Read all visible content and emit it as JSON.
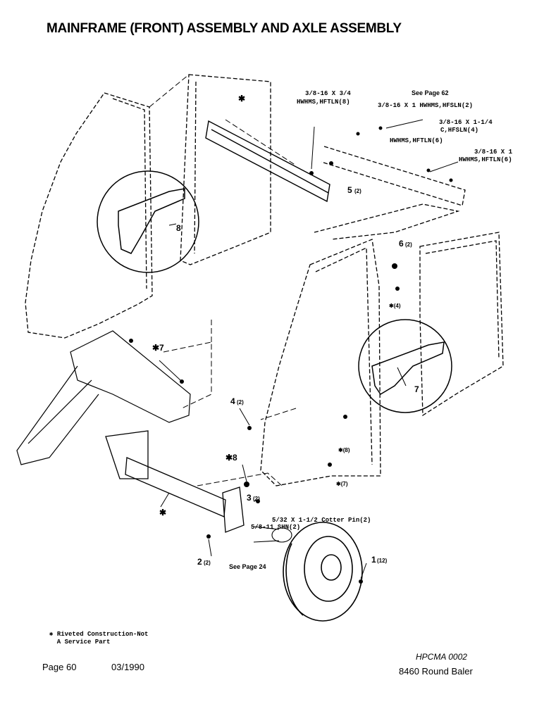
{
  "header": {
    "title": "MAINFRAME (FRONT) ASSEMBLY AND AXLE ASSEMBLY"
  },
  "callouts": {
    "top_left_hw_1": "3/8-16 X 3/4",
    "top_left_hw_2": "HWHMS,HFTLN(8)",
    "see_page_62": "See Page 62",
    "hw_right_1": "3/8-16 X 1 HWHMS,HFSLN(2)",
    "hw_right_2a": "3/8-16 X 1-1/4",
    "hw_right_2b": "C,HFSLN(4)",
    "hw_right_3": "HWHMS,HFTLN(6)",
    "hw_right_4a": "3/8-16 X 1",
    "hw_right_4b": "HWHMS,HFTLN(6)",
    "part5": "5",
    "part5_qty": "(2)",
    "part6": "6",
    "part6_qty": "(2)",
    "star4": "✱(4)",
    "part8_detail": "8",
    "part7_detail": "7",
    "star7": "✱7",
    "part4": "4",
    "part4_qty": "(2)",
    "star8_qty": "✱(8)",
    "star7_qty": "✱(7)",
    "star8": "✱8",
    "part3": "3",
    "part3_qty": "(2)",
    "cotter_pin": "5/32 X 1-1/2 Cotter Pin(2)",
    "shn": "5/8-11 SHN(2)",
    "part2": "2",
    "part2_qty": "(2)",
    "see_page_24": "See Page 24",
    "part1": "1",
    "part1_qty": "(12)",
    "axle_star": "✱",
    "top_star": "✱"
  },
  "footnote": "✱ Riveted Construction-Not\n  A Service Part",
  "footer": {
    "page": "Page 60",
    "date": "03/1990",
    "ref_code": "HPCMA 0002",
    "model": "8460 Round Baler"
  }
}
